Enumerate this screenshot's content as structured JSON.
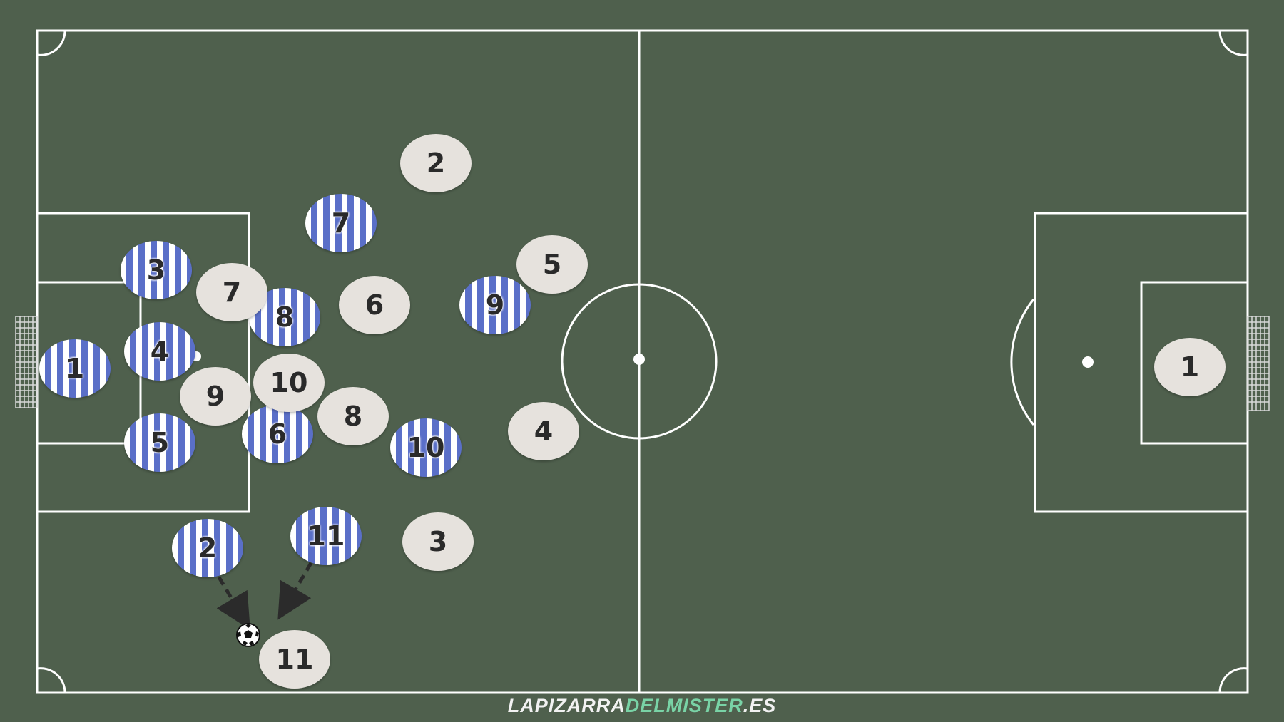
{
  "colors": {
    "field": "#4f604d",
    "lines": "#ffffff",
    "team_home_stripe": "#5a6fc8",
    "team_away": "#e6e2dd",
    "arrow": "#2b2b2b",
    "brand_highlight": "#79d3a6"
  },
  "home_team": [
    {
      "number": "1"
    },
    {
      "number": "3"
    },
    {
      "number": "4"
    },
    {
      "number": "5"
    },
    {
      "number": "2"
    },
    {
      "number": "7"
    },
    {
      "number": "8"
    },
    {
      "number": "6"
    },
    {
      "number": "9"
    },
    {
      "number": "10"
    },
    {
      "number": "11"
    }
  ],
  "away_team": [
    {
      "number": "2"
    },
    {
      "number": "5"
    },
    {
      "number": "7"
    },
    {
      "number": "6"
    },
    {
      "number": "9"
    },
    {
      "number": "10"
    },
    {
      "number": "8"
    },
    {
      "number": "4"
    },
    {
      "number": "3"
    },
    {
      "number": "11"
    },
    {
      "number": "1"
    }
  ],
  "ball": {
    "icon": "soccer-ball-icon"
  },
  "footer": {
    "brand_part1": "LAPIZARRA",
    "brand_part2": "DELMISTER",
    "brand_part3": ".ES"
  }
}
